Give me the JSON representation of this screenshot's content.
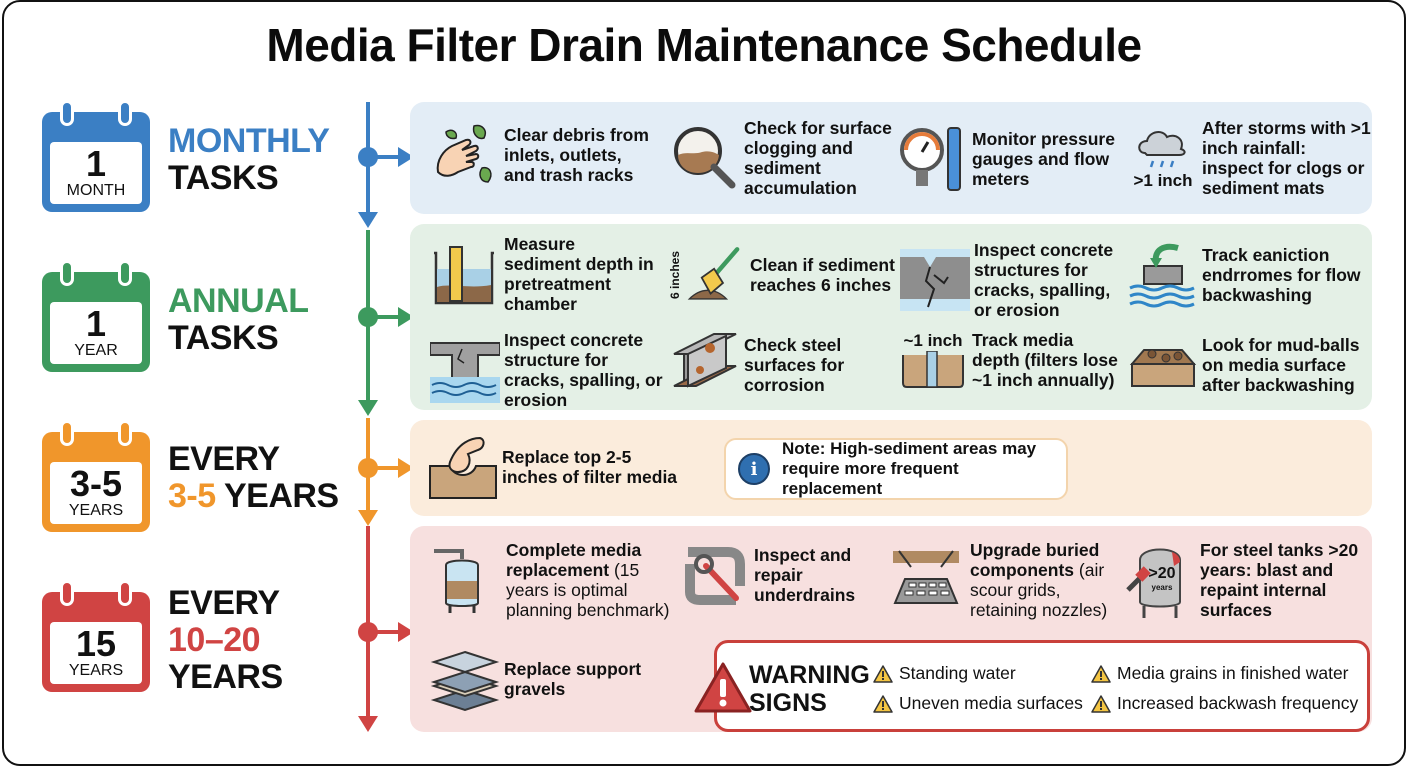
{
  "title": "Media Filter Drain Maintenance Schedule",
  "colors": {
    "monthly": "#3b7fc4",
    "annual": "#3d9a5e",
    "three_five": "#f0962b",
    "ten_twenty": "#d04443",
    "monthly_panel": "#e3edf6",
    "annual_panel": "#e4f0e6",
    "three_five_panel": "#fbecdc",
    "ten_twenty_panel": "#f7e0df",
    "frame_border": "#111111"
  },
  "sections": {
    "monthly": {
      "calendar_number": "1",
      "calendar_unit": "MONTH",
      "label_line1": "MONTHLY",
      "label_line2": "TASKS",
      "tasks": [
        {
          "icon": "hand-leaves-icon",
          "text": "Clear debris from inlets, outlets, and trash racks"
        },
        {
          "icon": "magnifier-sediment-icon",
          "text": "Check for surface clogging and sediment accumulation"
        },
        {
          "icon": "pressure-gauge-flow-meter-icon",
          "text": "Monitor pressure gauges and flow meters"
        },
        {
          "icon": "rain-cloud-icon",
          "icon_caption": ">1 inch",
          "text": "After storms with >1 inch rainfall: inspect for clogs or sediment mats"
        }
      ]
    },
    "annual": {
      "calendar_number": "1",
      "calendar_unit": "YEAR",
      "label_line1": "ANNUAL",
      "label_line2": "TASKS",
      "tasks": [
        {
          "icon": "ruler-chamber-icon",
          "text": "Measure sediment depth in pretreatment chamber"
        },
        {
          "icon": "broom-sediment-icon",
          "icon_caption": "6 inches",
          "text": "Clean if sediment reaches 6 inches"
        },
        {
          "icon": "cracked-concrete-icon",
          "text": "Inspect concrete structures for cracks, spalling, or erosion"
        },
        {
          "icon": "backwash-flow-icon",
          "text": "Track eaniction endrromes for flow backwashing"
        },
        {
          "icon": "concrete-pier-water-icon",
          "text": "Inspect concrete structure for cracks, spalling, or erosion"
        },
        {
          "icon": "rusty-steel-beam-icon",
          "text": "Check steel surfaces for corrosion"
        },
        {
          "icon": "media-depth-gauge-icon",
          "icon_caption": "~1 inch",
          "text": "Track media depth (filters lose ~1 inch annually)"
        },
        {
          "icon": "mud-balls-icon",
          "text": "Look for mud-balls on media surface after backwashing"
        }
      ]
    },
    "three_five": {
      "calendar_number": "3-5",
      "calendar_unit": "YEARS",
      "label_line1": "EVERY",
      "label_accent": "3-5",
      "label_rest": " YEARS",
      "tasks": [
        {
          "icon": "hand-scoop-media-icon",
          "text": "Replace top 2-5 inches of filter media"
        }
      ],
      "note": {
        "icon": "info-icon",
        "icon_glyph": "i",
        "text": "Note: High-sediment areas may require more frequent replacement"
      }
    },
    "ten_twenty": {
      "calendar_number": "15",
      "calendar_unit": "YEARS",
      "label_line1": "EVERY",
      "label_accent": "10–20",
      "label_line3": "YEARS",
      "tasks": [
        {
          "icon": "filter-tank-icon",
          "text_bold": "Complete media replacement",
          "text_light": " (15 years is optimal planning benchmark)"
        },
        {
          "icon": "pipe-wrench-icon",
          "text": "Inspect and repair underdrains"
        },
        {
          "icon": "air-scour-grid-icon",
          "text_bold": "Upgrade buried components",
          "text_light": " (air scour grids, retaining nozzles)"
        },
        {
          "icon": "steel-tank-paint-icon",
          "icon_caption_top": ">20",
          "icon_caption_bottom": "years",
          "text": "For steel tanks >20 years: blast and repaint internal surfaces"
        },
        {
          "icon": "gravel-layers-icon",
          "text": "Replace support gravels"
        }
      ],
      "warning": {
        "title_line1": "WARNING",
        "title_line2": "SIGNS",
        "items": [
          "Standing water",
          "Media grains in finished water",
          "Uneven media surfaces",
          "Increased backwash frequency"
        ]
      }
    }
  }
}
